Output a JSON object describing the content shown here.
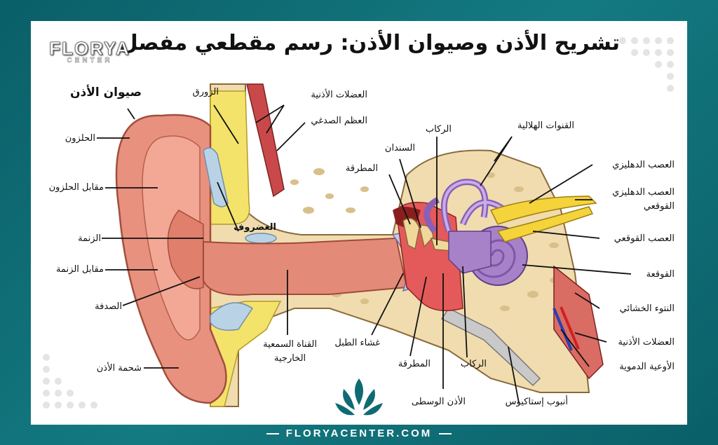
{
  "title": "تشريح الأذن وصيوان الأذن: رسم مقطعي مفصل",
  "brand": {
    "name": "FLORYA",
    "sub": "CENTER"
  },
  "footer": "FLORYACENTER.COM",
  "colors": {
    "teal": "#0e6b73",
    "skin": "#e8917f",
    "bone": "#f0dcae",
    "fat": "#f4e36a",
    "cochlea": "#a882c9",
    "drum": "#c9c9e8"
  },
  "labels": {
    "pinna": "صيوان الأذن",
    "helix": "الحلزون",
    "antihelix": "مقابل الحلزون",
    "tragus": "الزنمة",
    "antitragus": "مقابل الزنمة",
    "concha": "الصدفة",
    "lobule": "شحمة الأذن",
    "scapha": "الزورق",
    "cartilage": "الغضروف",
    "auricular_muscles_top": "العضلات الأذنية",
    "temporal_bone": "العظم الصدغي",
    "ear_canal": "القناة السمعية\nالخارجية",
    "eardrum": "غشاء الطبل",
    "hammer_bottom": "المطرقة",
    "middle_ear": "الأذن الوسطى",
    "stirrup_bottom": "الركاب",
    "eustachian": "أنبوب إستاكيوس",
    "hammer_top": "المطرقة",
    "anvil": "السندان",
    "stirrup_top": "الركاب",
    "semicircular": "القنوات الهلالية",
    "vestibular_nerve": "العصب الدهليزي",
    "vestibulocochlear": "العصب الدهليزي\nالقوقعي",
    "cochlear_nerve": "العصب القوقعي",
    "cochlea": "القوقعة",
    "styloid": "النتوء الخشائي",
    "auricular_muscles_bottom": "العضلات الأذنية",
    "blood_vessels": "الأوعية الدموية"
  }
}
